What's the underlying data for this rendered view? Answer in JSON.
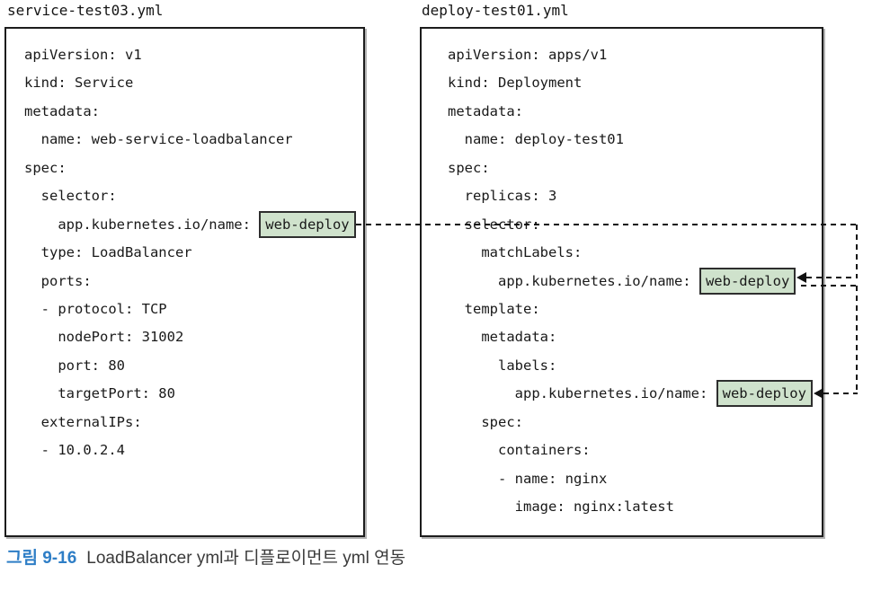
{
  "files": {
    "service": {
      "title": "service-test03.yml",
      "lines": [
        {
          "text": "apiVersion: v1"
        },
        {
          "text": "kind: Service"
        },
        {
          "text": "metadata:"
        },
        {
          "text": "  name: web-service-loadbalancer"
        },
        {
          "text": "spec:"
        },
        {
          "text": "  selector:"
        },
        {
          "text": "    app.kubernetes.io/name: ",
          "highlight": "web-deploy"
        },
        {
          "text": "  type: LoadBalancer"
        },
        {
          "text": "  ports:"
        },
        {
          "text": "  - protocol: TCP"
        },
        {
          "text": "    nodePort: 31002"
        },
        {
          "text": "    port: 80"
        },
        {
          "text": "    targetPort: 80"
        },
        {
          "text": "  externalIPs:"
        },
        {
          "text": "  - 10.0.2.4"
        }
      ]
    },
    "deploy": {
      "title": "deploy-test01.yml",
      "lines": [
        {
          "text": "apiVersion: apps/v1"
        },
        {
          "text": "kind: Deployment"
        },
        {
          "text": "metadata:"
        },
        {
          "text": "  name: deploy-test01"
        },
        {
          "text": "spec:"
        },
        {
          "text": "  replicas: 3"
        },
        {
          "text": "  selector:"
        },
        {
          "text": "    matchLabels:"
        },
        {
          "text": "      app.kubernetes.io/name: ",
          "highlight": "web-deploy"
        },
        {
          "text": "  template:"
        },
        {
          "text": "    metadata:"
        },
        {
          "text": "      labels:"
        },
        {
          "text": "        app.kubernetes.io/name: ",
          "highlight": "web-deploy"
        },
        {
          "text": "    spec:"
        },
        {
          "text": "      containers:"
        },
        {
          "text": "      - name: nginx"
        },
        {
          "text": "        image: nginx:latest"
        }
      ]
    }
  },
  "caption": {
    "label": "그림 9-16",
    "text": "LoadBalancer yml과 디플로이먼트 yml 연동"
  },
  "colors": {
    "highlight_fill": "#cfe2cc",
    "highlight_border": "#2e2e2e",
    "connector": "#111111",
    "caption_label_blue": "#2e7ec6"
  }
}
